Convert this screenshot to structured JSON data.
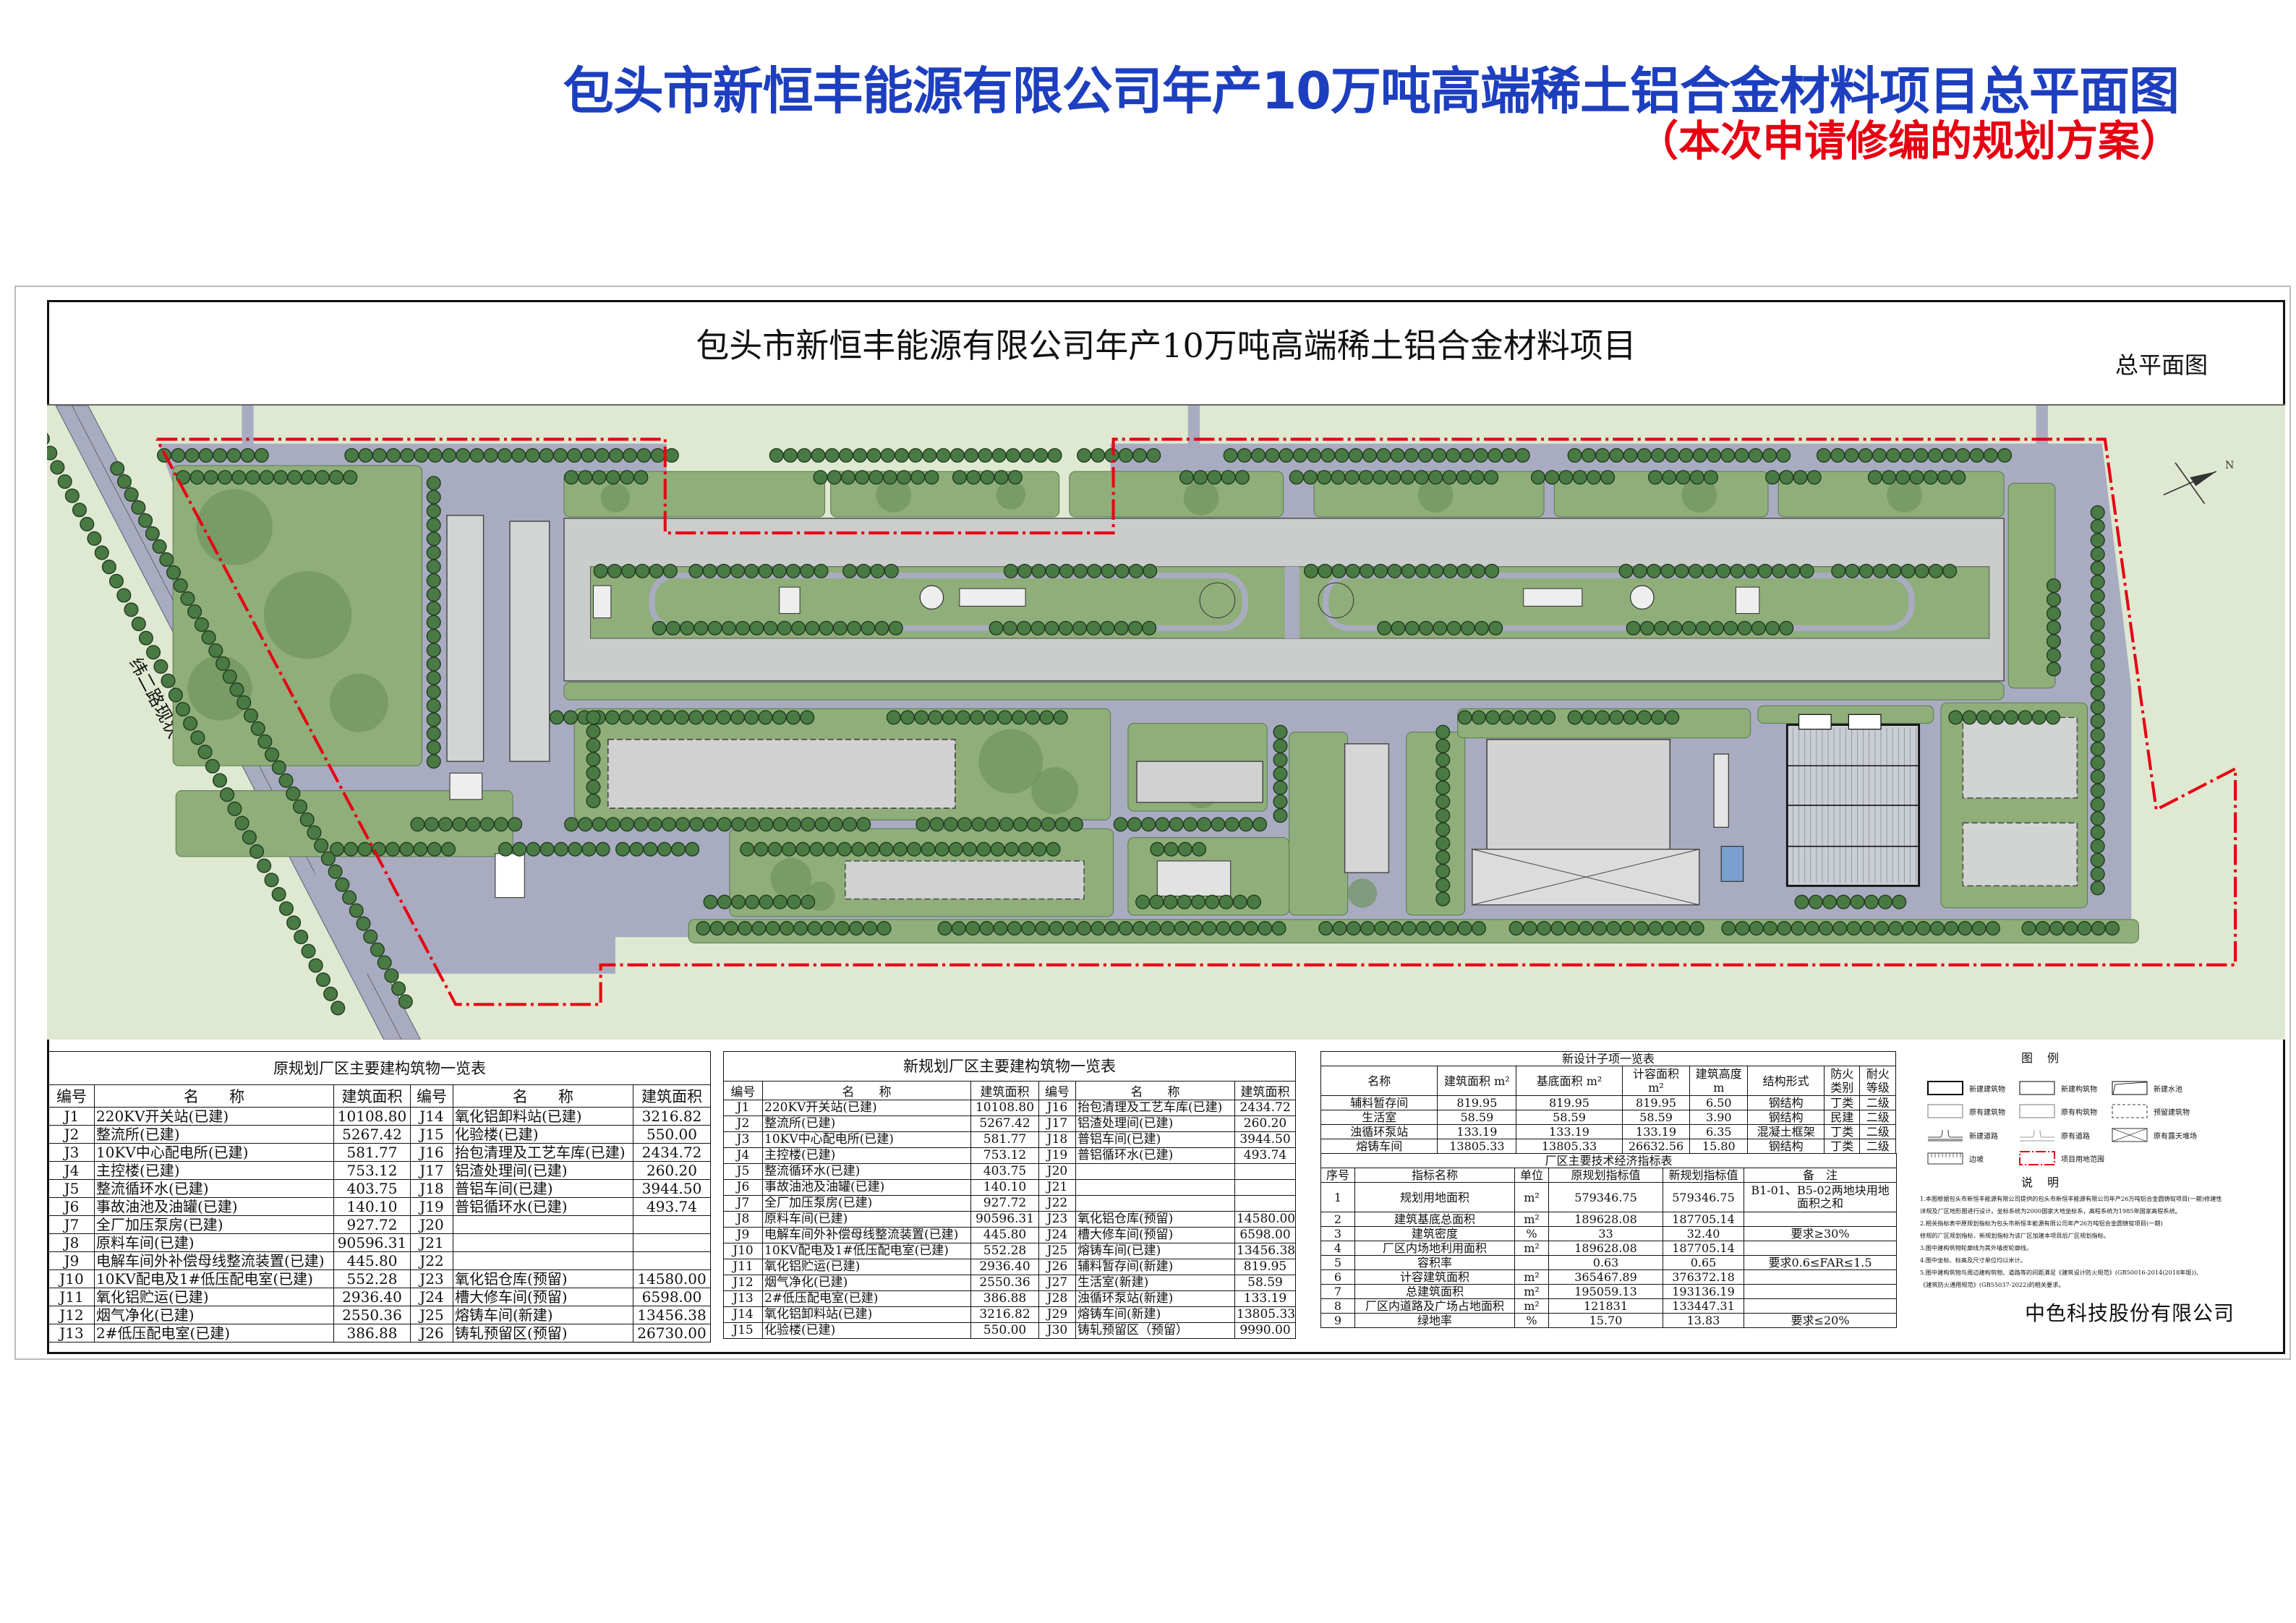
{
  "header": {
    "title": "包头市新恒丰能源有限公司年产10万吨高端稀土铝合金材料项目总平面图",
    "subtitle": "（本次申请修编的规划方案）"
  },
  "drawing": {
    "title": "包头市新恒丰能源有限公司年产10万吨高端稀土铝合金材料项目",
    "sheet_name": "总平面图",
    "road_label": "纬二路现状"
  },
  "colors": {
    "title_blue": "#1d3fbf",
    "subtitle_red": "#e60012",
    "boundary_red": "#e60012",
    "road": "#a9acc1",
    "green": "#8fae7a",
    "tree": "#4a7a44"
  },
  "original_table": {
    "title": "原规划厂区主要建构筑物一览表",
    "headers": [
      "编号",
      "名　　称",
      "建筑面积",
      "编号",
      "名　　称",
      "建筑面积"
    ],
    "rows": [
      [
        "J1",
        "220KV开关站(已建)",
        "10108.80",
        "J14",
        "氧化铝卸料站(已建)",
        "3216.82"
      ],
      [
        "J2",
        "整流所(已建)",
        "5267.42",
        "J15",
        "化验楼(已建)",
        "550.00"
      ],
      [
        "J3",
        "10KV中心配电所(已建)",
        "581.77",
        "J16",
        "抬包清理及工艺车库(已建)",
        "2434.72"
      ],
      [
        "J4",
        "主控楼(已建)",
        "753.12",
        "J17",
        "铝渣处理间(已建)",
        "260.20"
      ],
      [
        "J5",
        "整流循环水(已建)",
        "403.75",
        "J18",
        "普铝车间(已建)",
        "3944.50"
      ],
      [
        "J6",
        "事故油池及油罐(已建)",
        "140.10",
        "J19",
        "普铝循环水(已建)",
        "493.74"
      ],
      [
        "J7",
        "全厂加压泵房(已建)",
        "927.72",
        "J20",
        "",
        ""
      ],
      [
        "J8",
        "原料车间(已建)",
        "90596.31",
        "J21",
        "",
        ""
      ],
      [
        "J9",
        "电解车间外补偿母线整流装置(已建)",
        "445.80",
        "J22",
        "",
        ""
      ],
      [
        "J10",
        "10KV配电及1#低压配电室(已建)",
        "552.28",
        "J23",
        "氧化铝仓库(预留)",
        "14580.00"
      ],
      [
        "J11",
        "氧化铝贮运(已建)",
        "2936.40",
        "J24",
        "槽大修车间(预留)",
        "6598.00"
      ],
      [
        "J12",
        "烟气净化(已建)",
        "2550.36",
        "J25",
        "熔铸车间(新建)",
        "13456.38"
      ],
      [
        "J13",
        "2#低压配电室(已建)",
        "386.88",
        "J26",
        "铸轧预留区(预留)",
        "26730.00"
      ]
    ]
  },
  "new_table": {
    "title": "新规划厂区主要建构筑物一览表",
    "headers": [
      "编号",
      "名　　称",
      "建筑面积",
      "编号",
      "名　　称",
      "建筑面积"
    ],
    "rows": [
      [
        "J1",
        "220KV开关站(已建)",
        "10108.80",
        "J16",
        "抬包清理及工艺车库(已建)",
        "2434.72"
      ],
      [
        "J2",
        "整流所(已建)",
        "5267.42",
        "J17",
        "铝渣处理间(已建)",
        "260.20"
      ],
      [
        "J3",
        "10KV中心配电所(已建)",
        "581.77",
        "J18",
        "普铝车间(已建)",
        "3944.50"
      ],
      [
        "J4",
        "主控楼(已建)",
        "753.12",
        "J19",
        "普铝循环水(已建)",
        "493.74"
      ],
      [
        "J5",
        "整流循环水(已建)",
        "403.75",
        "J20",
        "",
        ""
      ],
      [
        "J6",
        "事故油池及油罐(已建)",
        "140.10",
        "J21",
        "",
        ""
      ],
      [
        "J7",
        "全厂加压泵房(已建)",
        "927.72",
        "J22",
        "",
        ""
      ],
      [
        "J8",
        "原料车间(已建)",
        "90596.31",
        "J23",
        "氧化铝仓库(预留)",
        "14580.00"
      ],
      [
        "J9",
        "电解车间外补偿母线整流装置(已建)",
        "445.80",
        "J24",
        "槽大修车间(预留)",
        "6598.00"
      ],
      [
        "J10",
        "10KV配电及1#低压配电室(已建)",
        "552.28",
        "J25",
        "熔铸车间(已建)",
        "13456.38"
      ],
      [
        "J11",
        "氧化铝贮运(已建)",
        "2936.40",
        "J26",
        "辅料暂存间(新建)",
        "819.95"
      ],
      [
        "J12",
        "烟气净化(已建)",
        "2550.36",
        "J27",
        "生活室(新建)",
        "58.59"
      ],
      [
        "J13",
        "2#低压配电室(已建)",
        "386.88",
        "J28",
        "浊循环泵站(新建)",
        "133.19"
      ],
      [
        "J14",
        "氧化铝卸料站(已建)",
        "3216.82",
        "J29",
        "熔铸车间(新建)",
        "13805.33"
      ],
      [
        "J15",
        "化验楼(已建)",
        "550.00",
        "J30",
        "铸轧预留区（预留）",
        "9990.00"
      ]
    ]
  },
  "subitem_table": {
    "title": "新设计子项一览表",
    "headers": [
      "名称",
      "建筑面积 m²",
      "基底面积 m²",
      "计容面积 m²",
      "建筑高度 m",
      "结构形式",
      "防火类别",
      "耐火等级"
    ],
    "rows": [
      [
        "辅料暂存间",
        "819.95",
        "819.95",
        "819.95",
        "6.50",
        "钢结构",
        "丁类",
        "二级"
      ],
      [
        "生活室",
        "58.59",
        "58.59",
        "58.59",
        "3.90",
        "钢结构",
        "民建",
        "二级"
      ],
      [
        "浊循环泵站",
        "133.19",
        "133.19",
        "133.19",
        "6.35",
        "混凝土框架",
        "丁类",
        "二级"
      ],
      [
        "熔铸车间",
        "13805.33",
        "13805.33",
        "26632.56",
        "15.80",
        "钢结构",
        "丁类",
        "二级"
      ]
    ]
  },
  "indicator_table": {
    "title": "厂区主要技术经济指标表",
    "headers": [
      "序号",
      "指标名称",
      "单位",
      "原规划指标值",
      "新规划指标值",
      "备　注"
    ],
    "rows": [
      [
        "1",
        "规划用地面积",
        "m²",
        "579346.75",
        "579346.75",
        "B1-01、B5-02两地块用地面积之和"
      ],
      [
        "2",
        "建筑基底总面积",
        "m²",
        "189628.08",
        "187705.14",
        ""
      ],
      [
        "3",
        "建筑密度",
        "%",
        "33",
        "32.40",
        "要求≥30%"
      ],
      [
        "4",
        "厂区内场地利用面积",
        "m²",
        "189628.08",
        "187705.14",
        ""
      ],
      [
        "5",
        "容积率",
        "",
        "0.63",
        "0.65",
        "要求0.6≤FAR≤1.5"
      ],
      [
        "6",
        "计容建筑面积",
        "m²",
        "365467.89",
        "376372.18",
        ""
      ],
      [
        "7",
        "总建筑面积",
        "m²",
        "195059.13",
        "193136.19",
        ""
      ],
      [
        "8",
        "厂区内道路及广场占地面积",
        "m²",
        "121831",
        "133447.31",
        ""
      ],
      [
        "9",
        "绿地率",
        "%",
        "15.70",
        "13.83",
        "要求≤20%"
      ]
    ]
  },
  "legend": {
    "title": "图例",
    "items": [
      {
        "label": "新建建筑物",
        "icon": "new-building-icon"
      },
      {
        "label": "新建构筑物",
        "icon": "new-structure-icon"
      },
      {
        "label": "新建水池",
        "icon": "new-pool-icon"
      },
      {
        "label": "原有建筑物",
        "icon": "existing-building-icon"
      },
      {
        "label": "原有构筑物",
        "icon": "existing-structure-icon"
      },
      {
        "label": "预留建筑物",
        "icon": "reserved-building-icon"
      },
      {
        "label": "新建道路",
        "icon": "new-road-icon"
      },
      {
        "label": "原有道路",
        "icon": "existing-road-icon"
      },
      {
        "label": "原有露天堆场",
        "icon": "open-yard-icon"
      },
      {
        "label": "边坡",
        "icon": "slope-icon"
      },
      {
        "label": "项目用地范围",
        "icon": "site-boundary-icon"
      }
    ]
  },
  "notes": {
    "title": "说明",
    "items": [
      "1.本图根据包头市新恒丰能源有限公司提供的包头市新恒丰能源有限公司年产26万吨铝合金圆铸锭项目(一期)修建性",
      "   详规及厂区地形图进行设计。坐标系统为2000国家大地坐标系，高程系统为1985年国家高程系统。",
      "2.相关指标表中原规划指标为包头市新恒丰能源有限公司年产26万吨铝合金圆铸锭项目(一期)",
      "   修规的厂区规划指标，新规划指标为该厂区加建本项目后厂区规划指标。",
      "3.图中建构筑物轮廓线为其外墙皮轮廓线。",
      "4.图中坐标、标高及尺寸单位均以米计。",
      "5.图中建构筑物与周边建构筑物、道路等的间距满足《建筑设计防火规范》(GB50016-2014(2018年版))、",
      "   《建筑防火通用规范》(GB55037-2022)的相关要求。"
    ]
  },
  "company": "中色科技股份有限公司"
}
